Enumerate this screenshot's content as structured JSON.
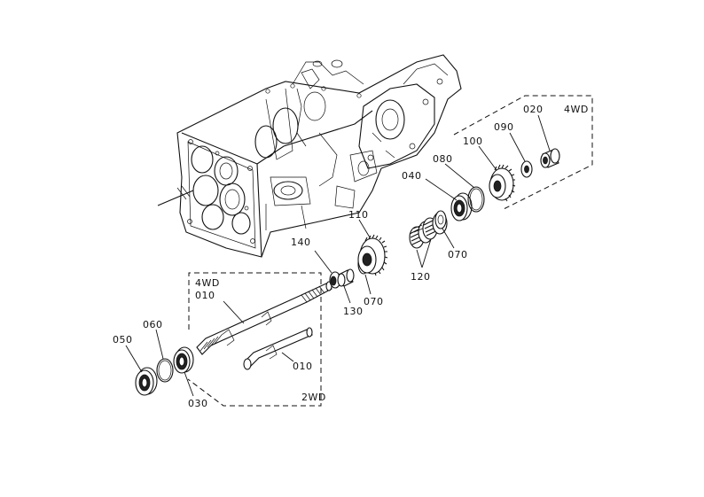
{
  "callouts": {
    "p010_4wd": "010",
    "p010_2wd": "010",
    "p020": "020",
    "p030": "030",
    "p040": "040",
    "p050": "050",
    "p060": "060",
    "p070_a": "070",
    "p070_b": "070",
    "p080": "080",
    "p090": "090",
    "p100": "100",
    "p110": "110",
    "p120": "120",
    "p130": "130",
    "p140": "140"
  },
  "groups": {
    "top_right": "4WD",
    "bottom_left_top": "4WD",
    "bottom_left_bottom": "2WD"
  }
}
